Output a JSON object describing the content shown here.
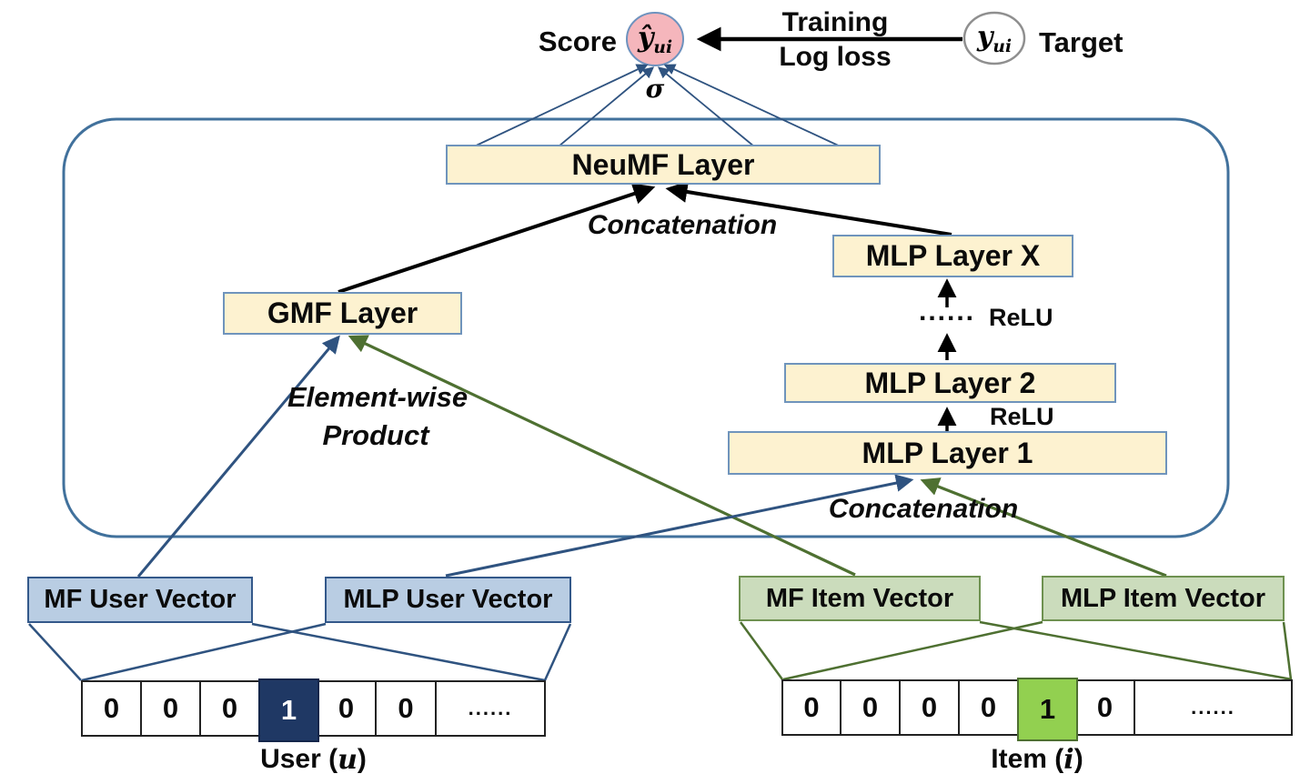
{
  "top": {
    "score_label": "Score",
    "yhat_base": "ŷ",
    "yhat_sub": "ui",
    "sigma": "σ",
    "training_label": "Training",
    "log_loss_label": "Log loss",
    "target_base": "y",
    "target_sub": "ui",
    "target_label": "Target"
  },
  "layers": {
    "neumf": "NeuMF Layer",
    "gmf": "GMF Layer",
    "mlp_x": "MLP Layer X",
    "mlp_2": "MLP Layer 2",
    "mlp_1": "MLP Layer 1"
  },
  "annotations": {
    "concat_top": "Concatenation",
    "concat_bottom": "Concatenation",
    "elementwise_line1": "Element-wise",
    "elementwise_line2": "Product",
    "relu_1": "ReLU",
    "relu_2": "ReLU",
    "dots": "......"
  },
  "embeddings": {
    "mf_user": "MF User Vector",
    "mlp_user": "MLP User Vector",
    "mf_item": "MF Item Vector",
    "mlp_item": "MLP Item Vector"
  },
  "user_vector": {
    "cells": [
      "0",
      "0",
      "0",
      "1",
      "0",
      "0",
      "......"
    ],
    "hot_index": 3,
    "label_prefix": "User (",
    "label_var": "u",
    "label_suffix": ")"
  },
  "item_vector": {
    "cells": [
      "0",
      "0",
      "0",
      "0",
      "1",
      "0",
      "......"
    ],
    "hot_index": 4,
    "label_prefix": "Item ( ",
    "label_var": "i",
    "label_suffix": " )"
  },
  "colors": {
    "layer_fill": "#FDF2D0",
    "layer_border": "#6F94BC",
    "container_border": "#41719C",
    "user_fill": "#B9CDE3",
    "user_border": "#33588A",
    "item_fill": "#CBDCBC",
    "item_border": "#6E9150",
    "hot_user": "#1F3864",
    "hot_item": "#92D050",
    "score_circle": "#F5B6BC",
    "blue_line": "#2F5380",
    "green_line": "#4E7031"
  }
}
